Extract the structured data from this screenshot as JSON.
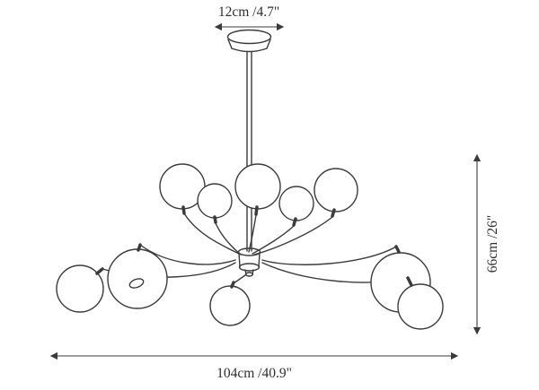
{
  "scene": {
    "kind": "product-dimension-diagram",
    "drawing": "chandelier-line-drawing"
  },
  "dimensions": {
    "canopy_width": "12cm /4.7\"",
    "height": "66cm /26\"",
    "width": "104cm /40.9\""
  },
  "colors": {
    "line": "#3b3b3b",
    "text": "#2e2e2e",
    "background": "#ffffff"
  }
}
